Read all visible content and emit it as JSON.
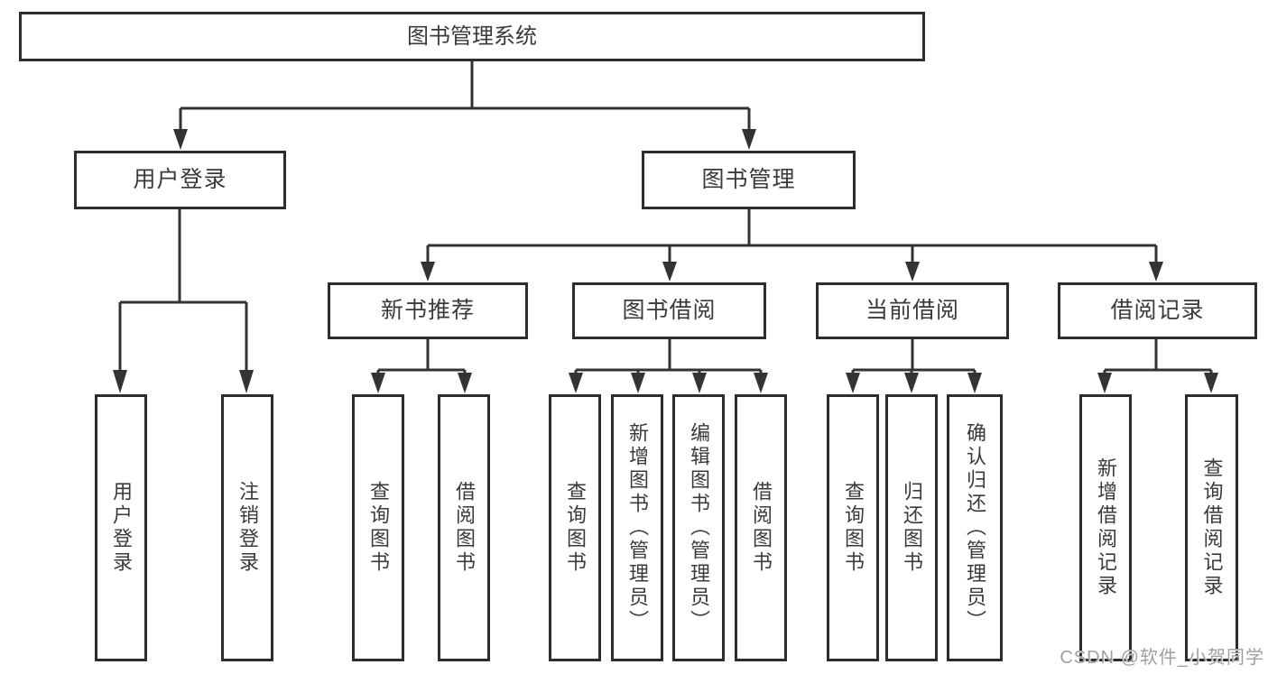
{
  "diagram": {
    "title": "图书管理系统",
    "root": {
      "label": "图书管理系统"
    },
    "level2": {
      "user_login": {
        "label": "用户登录"
      },
      "book_mgmt": {
        "label": "图书管理"
      }
    },
    "level3": {
      "new_book_rec": {
        "label": "新书推荐"
      },
      "book_borrow": {
        "label": "图书借阅"
      },
      "current_borrow": {
        "label": "当前借阅"
      },
      "borrow_records": {
        "label": "借阅记录"
      }
    },
    "leaves": [
      {
        "label": "用户登录",
        "parent": "用户登录"
      },
      {
        "label": "注销登录",
        "parent": "用户登录"
      },
      {
        "label": "查询图书",
        "parent": "新书推荐"
      },
      {
        "label": "借阅图书",
        "parent": "新书推荐"
      },
      {
        "label": "查询图书",
        "parent": "图书借阅"
      },
      {
        "label": "新增图书（管理员）",
        "parent": "图书借阅"
      },
      {
        "label": "编辑图书（管理员）",
        "parent": "图书借阅"
      },
      {
        "label": "借阅图书",
        "parent": "图书借阅"
      },
      {
        "label": "查询图书",
        "parent": "当前借阅"
      },
      {
        "label": "归还图书",
        "parent": "当前借阅"
      },
      {
        "label": "确认归还（管理员）",
        "parent": "当前借阅"
      },
      {
        "label": "新增借阅记录",
        "parent": "借阅记录"
      },
      {
        "label": "查询借阅记录",
        "parent": "借阅记录"
      }
    ],
    "colors": {
      "line": "#333333",
      "box_border": "#2d2d2d",
      "text": "#3a3a3a",
      "watermark": "#9f9f9f",
      "background": "#ffffff"
    }
  },
  "watermark": {
    "text": "CSDN @软件_小贺同学"
  }
}
